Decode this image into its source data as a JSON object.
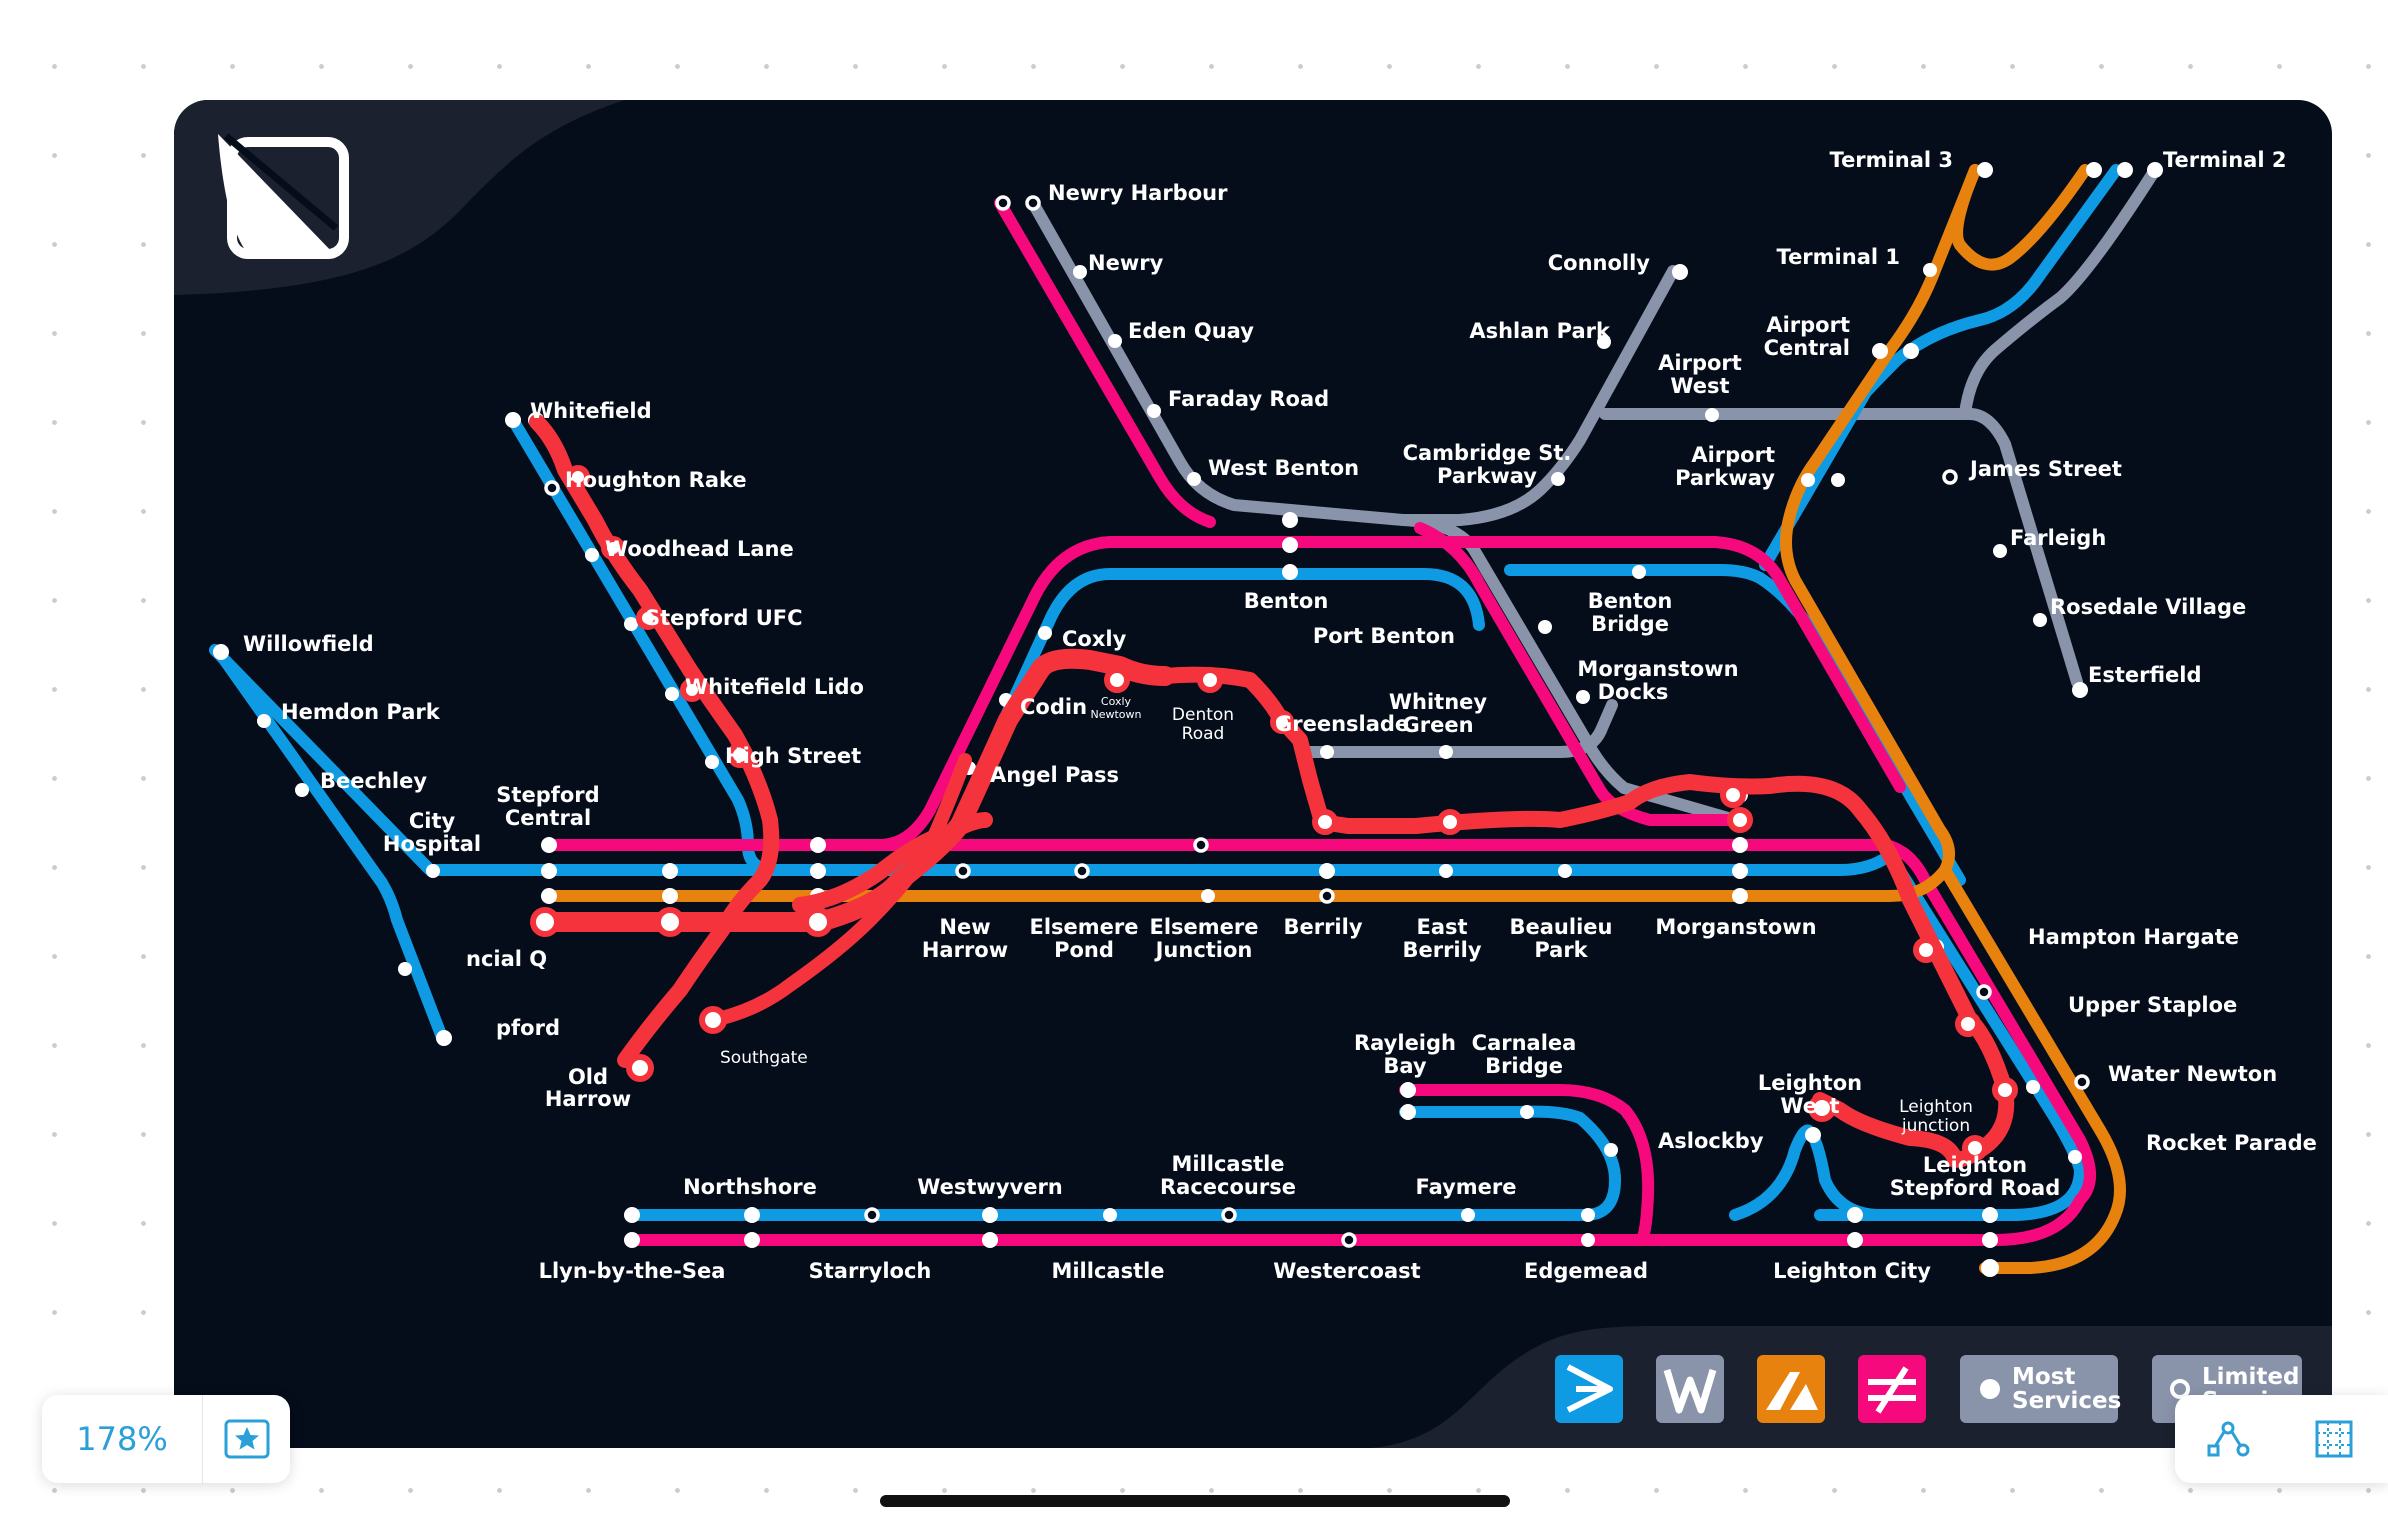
{
  "colors": {
    "background": "#050c1a",
    "pink_line": "#f7097e",
    "blue_line": "#0f9be3",
    "grey_line": "#8993aa",
    "orange_line": "#e8820e",
    "red_annotation": "#f4333c"
  },
  "stations": {
    "newry_harbour": "Newry Harbour",
    "newry": "Newry",
    "eden_quay": "Eden Quay",
    "faraday_road": "Faraday Road",
    "west_benton": "West Benton",
    "cambridge_st_parkway": [
      "Cambridge St.",
      "Parkway"
    ],
    "connolly": "Connolly",
    "ashlan_park": "Ashlan Park",
    "terminal_3": "Terminal 3",
    "terminal_2": "Terminal 2",
    "terminal_1": "Terminal 1",
    "airport_central": [
      "Airport",
      "Central"
    ],
    "airport_west": [
      "Airport",
      "West"
    ],
    "airport_parkway": [
      "Airport",
      "Parkway"
    ],
    "james_street": "James Street",
    "farleigh": "Farleigh",
    "rosedale_village": "Rosedale Village",
    "esterfield": "Esterfield",
    "benton": "Benton",
    "port_benton": "Port Benton",
    "benton_bridge": [
      "Benton",
      "Bridge"
    ],
    "morganstown_docks": [
      "Morganstown",
      "Docks"
    ],
    "whitney_green": [
      "Whitney",
      "Green"
    ],
    "greenslade": "Greenslade",
    "coxly": "Coxly",
    "codin": "Codin",
    "coxly_newtown": [
      "Coxly",
      "Newtown"
    ],
    "denton_road": [
      "Denton",
      "Road"
    ],
    "angel_pass": "Angel Pass",
    "whitefield": "Whitefield",
    "houghton_rake": "Houghton Rake",
    "woodhead_lane": "Woodhead Lane",
    "stepford_ufc": "Stepford UFC",
    "whitefield_lido": "Whitefield Lido",
    "high_street": "High Street",
    "willowfield": "Willowfield",
    "hemdon_park": "Hemdon Park",
    "beechley": "Beechley",
    "city_hospital": [
      "City",
      "Hospital"
    ],
    "stepford_central": [
      "Stepford",
      "Central"
    ],
    "financial_quarter": "ncial Q",
    "upford": "pford",
    "old_harrow": [
      "Old",
      "Harrow"
    ],
    "southgate": "Southgate",
    "new_harrow": [
      "New",
      "Harrow"
    ],
    "elsemere_pond": [
      "Elsemere",
      "Pond"
    ],
    "elsemere_junction": [
      "Elsemere",
      "Junction"
    ],
    "berrily": "Berrily",
    "east_berrily": [
      "East",
      "Berrily"
    ],
    "beaulieu_park": [
      "Beaulieu",
      "Park"
    ],
    "morganstown": "Morganstown",
    "hampton_hargate": "Hampton Hargate",
    "upper_staploe": "Upper Staploe",
    "water_newton": "Water Newton",
    "rocket_parade": "Rocket Parade",
    "rayleigh_bay": [
      "Rayleigh",
      "Bay"
    ],
    "carnalea_bridge": [
      "Carnalea",
      "Bridge"
    ],
    "aslockby": "Aslockby",
    "leighton_west": [
      "Leighton",
      "West"
    ],
    "leighton_junction": [
      "Leighton",
      "junction"
    ],
    "leighton_stepford_road": [
      "Leighton",
      "Stepford Road"
    ],
    "northshore": "Northshore",
    "westwyvern": "Westwyvern",
    "millcastle_racecourse": [
      "Millcastle",
      "Racecourse"
    ],
    "faymere": "Faymere",
    "llyn_by_the_sea": "Llyn-by-the-Sea",
    "starryloch": "Starryloch",
    "millcastle": "Millcastle",
    "westercoast": "Westercoast",
    "edgemead": "Edgemead",
    "leighton_city": "Leighton City"
  },
  "legend": {
    "most_services": [
      "Most",
      "Services"
    ],
    "limited_service": [
      "Limited",
      "Service"
    ]
  },
  "toolbar": {
    "zoom_level": "178%"
  }
}
